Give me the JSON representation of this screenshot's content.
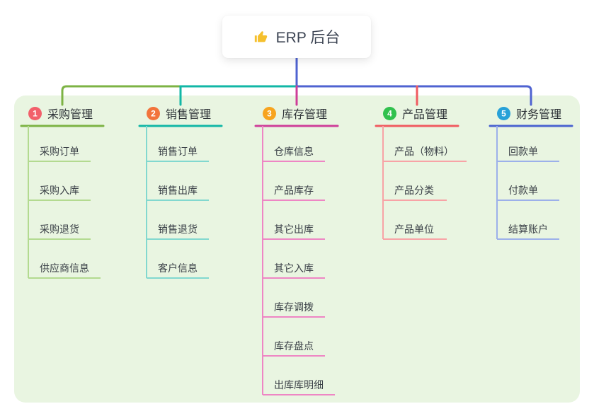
{
  "root": {
    "title": "ERP 后台",
    "icon": "thumbs-up-icon"
  },
  "colors": {
    "canvas_bg": "#e9f5e1",
    "root_line": "#4f63d1",
    "root_text": "#3c4453",
    "thumb_icon": "#f5c02e"
  },
  "branches": [
    {
      "number": "1",
      "label": "采购管理",
      "colors": {
        "badge": "#f2606b",
        "line": "#7db344",
        "child_line": "#b3da90"
      },
      "children": [
        {
          "label": "采购订单"
        },
        {
          "label": "采购入库"
        },
        {
          "label": "采购退货"
        },
        {
          "label": "供应商信息"
        }
      ]
    },
    {
      "number": "2",
      "label": "销售管理",
      "colors": {
        "badge": "#f2743c",
        "line": "#12b7a6",
        "child_line": "#82d8cf"
      },
      "children": [
        {
          "label": "销售订单"
        },
        {
          "label": "销售出库"
        },
        {
          "label": "销售退货"
        },
        {
          "label": "客户信息"
        }
      ]
    },
    {
      "number": "3",
      "label": "库存管理",
      "colors": {
        "badge": "#f7a41f",
        "line": "#ce3e99",
        "child_line": "#ee86c4"
      },
      "children": [
        {
          "label": "仓库信息"
        },
        {
          "label": "产品库存"
        },
        {
          "label": "其它出库"
        },
        {
          "label": "其它入库"
        },
        {
          "label": "库存调拨"
        },
        {
          "label": "库存盘点"
        },
        {
          "label": "出库库明细"
        }
      ]
    },
    {
      "number": "4",
      "label": "产品管理",
      "colors": {
        "badge": "#31c14e",
        "line": "#f05a60",
        "child_line": "#f8a3a6"
      },
      "children": [
        {
          "label": "产品（物料）"
        },
        {
          "label": "产品分类"
        },
        {
          "label": "产品单位"
        }
      ]
    },
    {
      "number": "5",
      "label": "财务管理",
      "colors": {
        "badge": "#28a1d8",
        "line": "#4a63d0",
        "child_line": "#9cb0ea"
      },
      "children": [
        {
          "label": "回款单"
        },
        {
          "label": "付款单"
        },
        {
          "label": "结算账户"
        }
      ]
    }
  ]
}
